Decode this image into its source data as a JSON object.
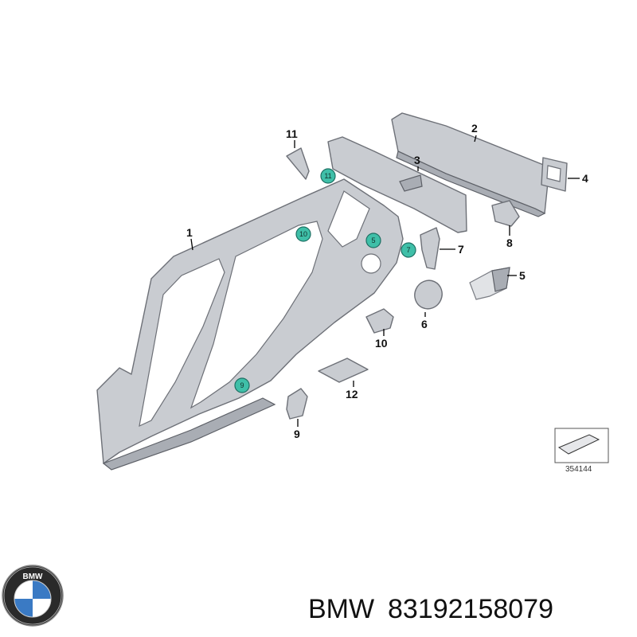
{
  "diagram": {
    "callouts": [
      "1",
      "2",
      "3",
      "4",
      "5",
      "6",
      "7",
      "8",
      "9",
      "10",
      "11",
      "12"
    ],
    "markers": [
      "11",
      "10",
      "5",
      "7",
      "9"
    ],
    "reference_number": "354144"
  },
  "brand": {
    "logo_text": "BMW",
    "name": "BMW",
    "part_number": "83192158079"
  }
}
